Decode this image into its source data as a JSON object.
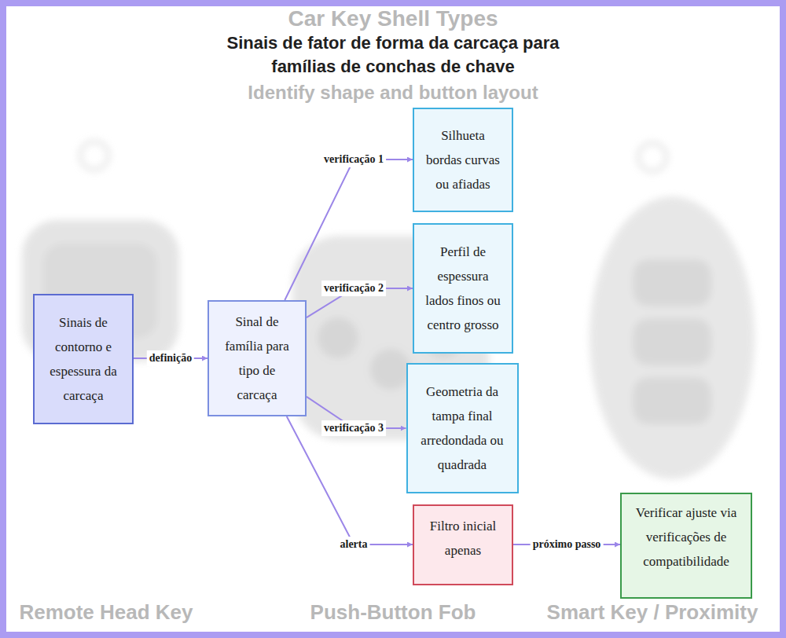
{
  "diagram": {
    "title": "Sinais de fator de forma da carcaça para famílias de conchas de chave",
    "nodes": [
      {
        "text": [
          "Sinais de contorno e espessura da carcaça"
        ]
      },
      {
        "text": [
          "Sinal de família para tipo de carcaça"
        ]
      },
      {
        "text": [
          "Silhueta bordas curvas ou afiadas"
        ]
      },
      {
        "text": [
          "Perfil de espessura lados finos ou centro grosso"
        ]
      },
      {
        "text": [
          "Geometria da tampa final arredondada ou quadrada"
        ]
      },
      {
        "text": [
          "Filtro inicial apenas"
        ]
      },
      {
        "text": [
          "Verificar ajuste via verificações de compatibilidade"
        ]
      }
    ],
    "edges": [
      {
        "from": 0,
        "to": 1,
        "label": "definição",
        "arrow": "to"
      },
      {
        "from": 1,
        "to": 2,
        "label": "verificação 1",
        "arrow": "to"
      },
      {
        "from": 1,
        "to": 3,
        "label": "verificação 2",
        "arrow": "to"
      },
      {
        "from": 1,
        "to": 4,
        "label": "verificação 3",
        "arrow": "to"
      },
      {
        "from": 1,
        "to": 5,
        "label": "alerta",
        "arrow": "to"
      },
      {
        "from": 5,
        "to": 6,
        "label": "próximo passo",
        "arrow": "to"
      }
    ],
    "labels": [
      "Car Key Shell Types",
      "Identify shape and button layout",
      "Remote Head Key",
      "Push-Button Fob",
      "Smart Key / Proximity"
    ]
  }
}
